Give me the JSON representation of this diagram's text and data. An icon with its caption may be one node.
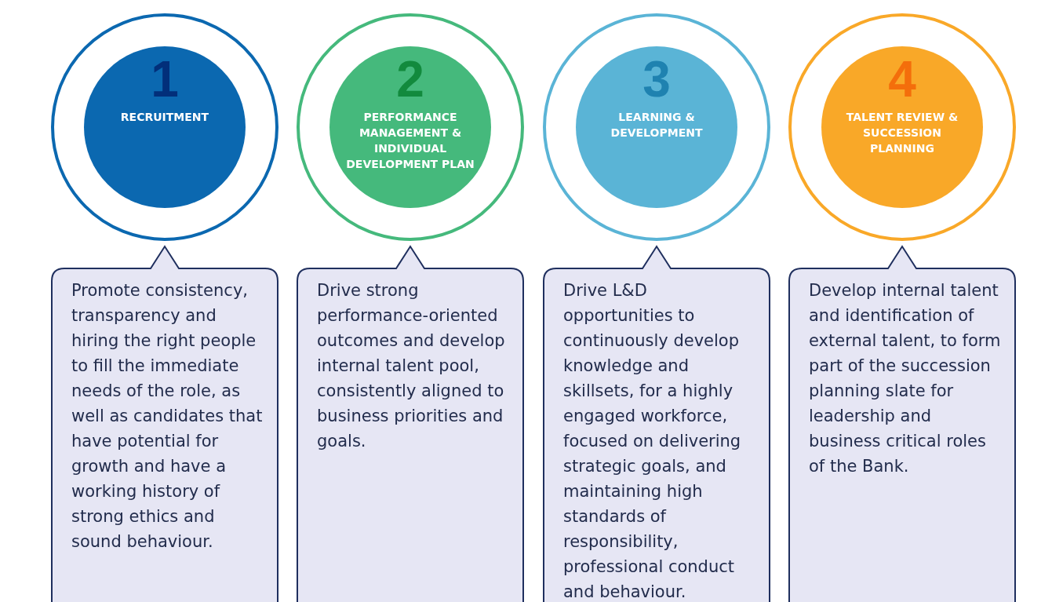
{
  "diagram": {
    "nodes": [
      {
        "text": [
          "1",
          "RECRUITMENT"
        ]
      },
      {
        "text": [
          "2",
          "PERFORMANCE MANAGEMENT & INDIVIDUAL DEVELOPMENT PLAN"
        ]
      },
      {
        "text": [
          "3",
          "LEARNING & DEVELOPMENT"
        ]
      },
      {
        "text": [
          "4",
          "TALENT REVIEW & SUCCESSION PLANNING"
        ]
      },
      {
        "text": [
          "Promote consistency, transparency and hiring the right people to fill the immediate needs of the role, as well as candidates that have potential for growth and have a working history of strong ethics and sound behaviour."
        ]
      },
      {
        "text": [
          "Drive strong performance-oriented outcomes and develop internal talent pool, consistently aligned to business priorities and goals."
        ]
      },
      {
        "text": [
          "Drive L&D opportunities to continuously develop knowledge and skillsets, for a highly engaged workforce, focused on delivering strategic goals, and maintaining high standards of responsibility, professional conduct and behaviour."
        ]
      },
      {
        "text": [
          "Develop internal talent and identification of external talent, to form part of the succession planning slate for leadership and business critical roles of the Bank."
        ]
      }
    ]
  }
}
